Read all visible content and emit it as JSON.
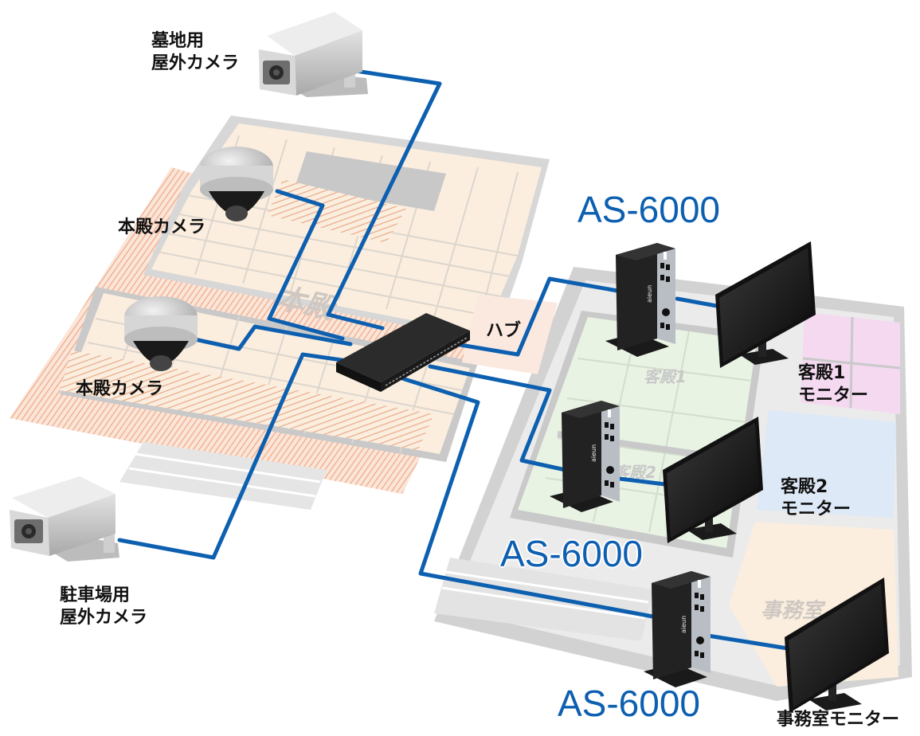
{
  "labels": {
    "graveyard_camera": [
      "墓地用",
      "屋外カメラ"
    ],
    "main_hall_camera_1": "本殿カメラ",
    "main_hall_camera_2": "本殿カメラ",
    "parking_camera": [
      "駐車場用",
      "屋外カメラ"
    ],
    "hub": "ハブ",
    "guest_hall_1_monitor": [
      "客殿1",
      "モニター"
    ],
    "guest_hall_2_monitor": [
      "客殿2",
      "モニター"
    ],
    "office_monitor": "事務室モニター",
    "recorder_1": "AS-6000",
    "recorder_2": "AS-6000",
    "recorder_3": "AS-6000"
  },
  "floor_labels": {
    "main_hall": "本殿",
    "guest_hall_1": "客殿1",
    "guest_hall_2": "客殿2",
    "office": "事務室"
  },
  "device_brand": "aieun",
  "colors": {
    "cable": "#0d5fb0",
    "title_blue": "#0d5fb0",
    "floor_beige": "#fbeede",
    "floor_green": "#e9f3e4",
    "floor_wall": "#c9c9c9",
    "hatch": "#f3b99b"
  }
}
